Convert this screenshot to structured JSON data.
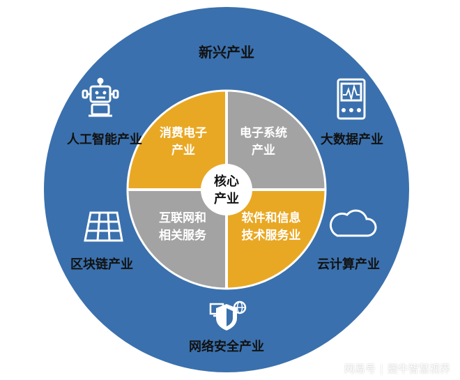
{
  "title": "新兴产业",
  "center": {
    "line1": "核心",
    "line2": "产业"
  },
  "core_segments": [
    {
      "line1": "消费电子",
      "line2": "产业"
    },
    {
      "line1": "电子系统",
      "line2": "产业"
    },
    {
      "line1": "软件和信息",
      "line2": "技术服务业"
    },
    {
      "line1": "互联网和",
      "line2": "相关服务"
    }
  ],
  "outer_industries": [
    {
      "label": "人工智能产业",
      "icon": "robot-icon"
    },
    {
      "label": "大数据产业",
      "icon": "data-monitor-icon"
    },
    {
      "label": "区块链产业",
      "icon": "solar-grid-icon"
    },
    {
      "label": "云计算产业",
      "icon": "cloud-icon"
    },
    {
      "label": "网络安全产业",
      "icon": "security-shield-icon"
    }
  ],
  "watermark": {
    "source": "网易号",
    "author": "夔牛智慧视界"
  },
  "colors": {
    "outer_ring": "#3a70ad",
    "gold": "#e9a824",
    "gray": "#a3a3a3",
    "center": "#ffffff",
    "text_light": "#ffffff",
    "text_dark": "#111111"
  }
}
